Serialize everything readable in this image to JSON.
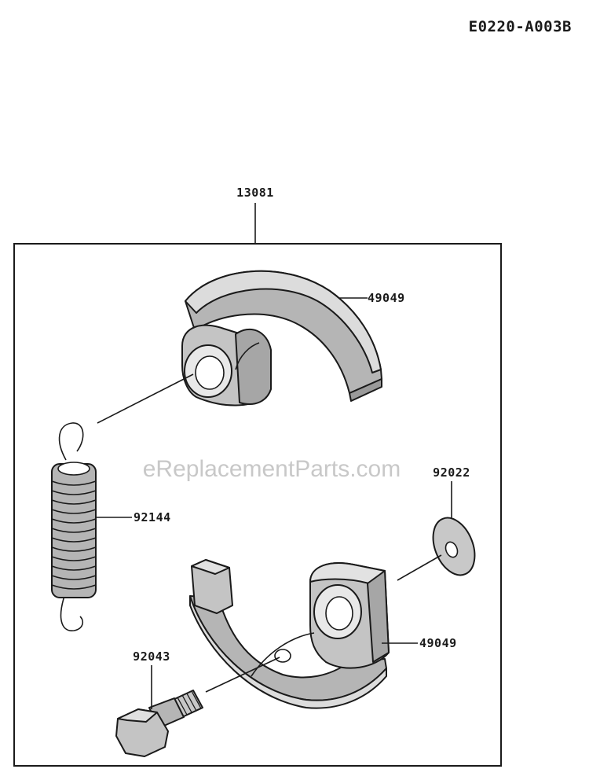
{
  "diagram": {
    "reference_code": "E0220-A003B",
    "watermark": "eReplacementParts.com",
    "colors": {
      "shoe_fill": "#b5b5b5",
      "shoe_light": "#dcdcdc",
      "shoe_dark": "#8c8c8c",
      "line": "#1a1a1a",
      "frame": "#1a1a1a",
      "watermark": "#c8c8c8"
    },
    "assembly": {
      "part_number": "13081"
    },
    "parts": [
      {
        "id": "shoe-upper",
        "part_number": "49049",
        "icon": "clutch-shoe-icon"
      },
      {
        "id": "spring",
        "part_number": "92144",
        "icon": "spring-icon"
      },
      {
        "id": "washer",
        "part_number": "92022",
        "icon": "washer-icon"
      },
      {
        "id": "shoe-lower",
        "part_number": "49049",
        "icon": "clutch-shoe-icon"
      },
      {
        "id": "bolt",
        "part_number": "92043",
        "icon": "bolt-icon"
      }
    ]
  }
}
